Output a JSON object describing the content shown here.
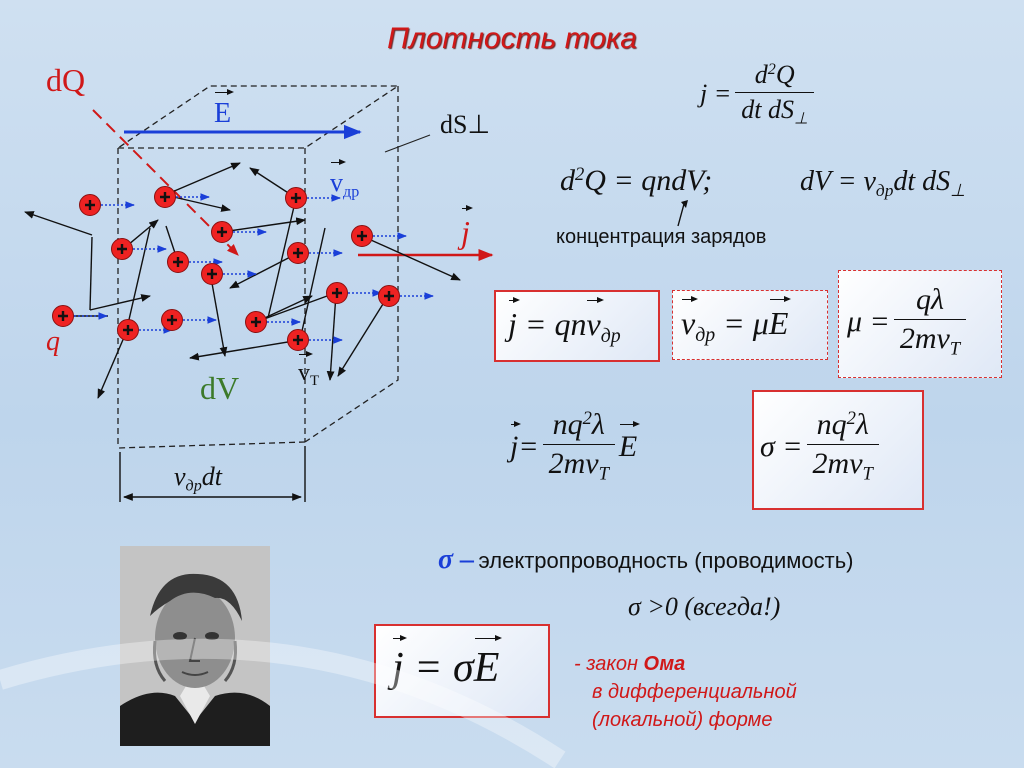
{
  "title": "Плотность тока",
  "diagram": {
    "dQ": "dQ",
    "E": "E",
    "dS": "dS⊥",
    "v_dr": "v",
    "v_dr_sub": "др",
    "j": "j",
    "q": "q",
    "dV": "dV",
    "vT": "v",
    "vT_sub": "T",
    "vdt": "v",
    "vdt_sub": "др",
    "vdt_tail": "dt"
  },
  "formulas": {
    "f1_lhs": "j =",
    "f1_num": "d",
    "f1_num_sup": "2",
    "f1_num_tail": "Q",
    "f1_den": "dt dS",
    "f1_den_tail": "⊥",
    "f2_a": "d",
    "f2_a_sup": "2",
    "f2_a_tail": "Q = qndV;",
    "f2_b": "dV = v",
    "f2_b_sub": "др",
    "f2_b_tail": "dt dS",
    "f2_b_perp": "⊥",
    "concentration": "концентрация зарядов",
    "b1_j": "j",
    "b1_eq": " = qn",
    "b1_v": "v",
    "b1_sub": "др",
    "b2_v": "v",
    "b2_sub": "др",
    "b2_eq": " = μ",
    "b2_E": "E",
    "b3_mu": "μ =",
    "b3_num": "qλ",
    "b3_den": "2mv",
    "b3_den_sub": "T",
    "f4_j": "j",
    "f4_eq": " =",
    "f4_num": "nq",
    "f4_num_sup": "2",
    "f4_num_tail": "λ",
    "f4_den": "2mv",
    "f4_den_sub": "T",
    "f4_E": "E",
    "b4_sigma": "σ =",
    "b4_num": "nq",
    "b4_num_sup": "2",
    "b4_num_tail": "λ",
    "b4_den": "2mv",
    "b4_den_sub": "T",
    "sigma_sym": "σ –",
    "sigma_text": "электропроводность (проводимость)",
    "sigma_pos": "σ >0 (всегда!)",
    "ohm_j": "j",
    "ohm_eq": " = σ",
    "ohm_E": "E",
    "ohm_line1_a": "- закон ",
    "ohm_line1_b": "Ома",
    "ohm_line2": "в дифференциальной",
    "ohm_line3": "(локальной) форме"
  },
  "colors": {
    "red": "#d01818",
    "blue": "#1a3fd8",
    "green": "#3c7a2a"
  }
}
